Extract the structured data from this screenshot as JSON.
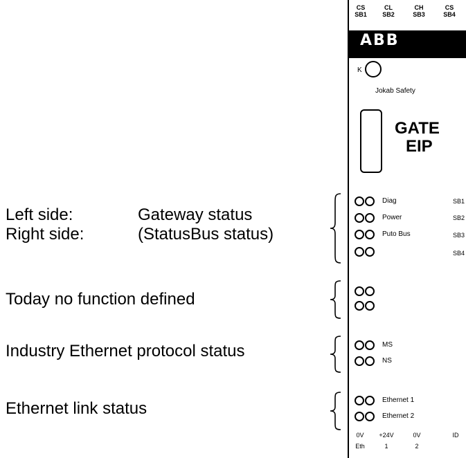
{
  "labels": {
    "left_side": "Left side:",
    "gateway_status": "Gateway status",
    "right_side": "Right side:",
    "statusbus_status": "(StatusBus status)",
    "no_function": "Today no function defined",
    "industry_ethernet": "Industry Ethernet protocol status",
    "ethernet_link": "Ethernet link status"
  },
  "module": {
    "terminals_top": [
      {
        "line1": "CS",
        "line2": "SB1"
      },
      {
        "line1": "CL",
        "line2": "SB2"
      },
      {
        "line1": "CH",
        "line2": "SB3"
      },
      {
        "line1": "CS",
        "line2": "SB4"
      }
    ],
    "brand_logo": "ABB",
    "k_label": "K",
    "maker": "Jokab Safety",
    "gate_label": "GATE",
    "eip_label": "EIP",
    "status_leds": [
      {
        "label": "Diag",
        "sb": "SB1"
      },
      {
        "label": "Power",
        "sb": "SB2"
      },
      {
        "label": "Puto Bus",
        "sb": "SB3"
      },
      {
        "label": "",
        "sb": "SB4"
      }
    ],
    "protocol_leds": [
      "MS",
      "NS"
    ],
    "ethernet_leds": [
      "Ethernet 1",
      "Ethernet 2"
    ],
    "terminals_bottom": [
      {
        "line1": "0V",
        "line2": "Eth"
      },
      {
        "line1": "+24V",
        "line2": "1"
      },
      {
        "line1": "0V",
        "line2": "2"
      },
      {
        "line1": "ID",
        "line2": ""
      }
    ]
  }
}
